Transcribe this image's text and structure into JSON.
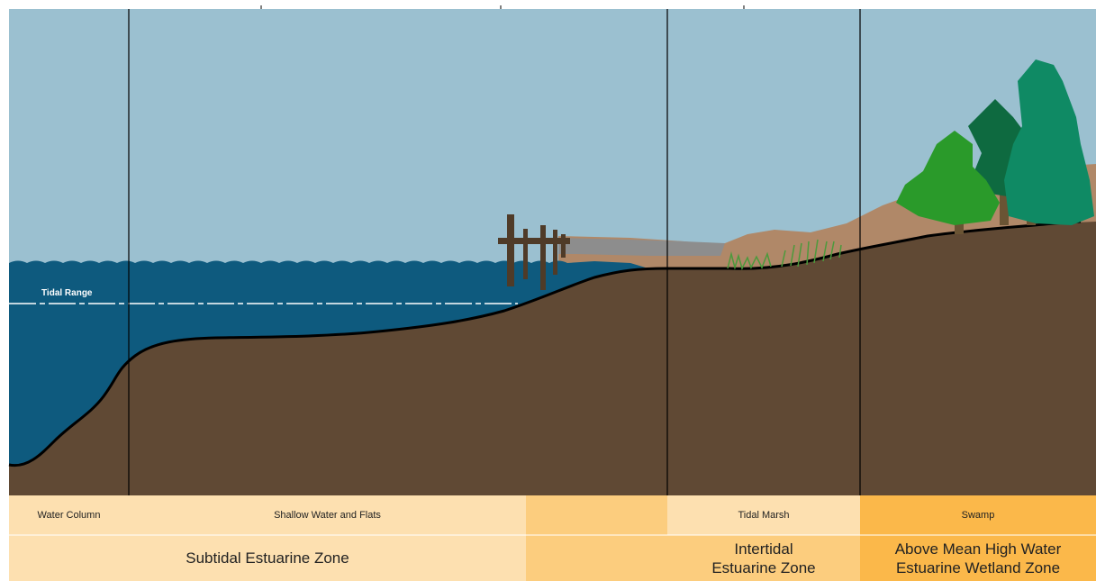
{
  "tidal_range_label": "Tidal Range",
  "habitats": [
    {
      "label": "Water Column"
    },
    {
      "label": "Shallow Water and Flats"
    },
    {
      "label": "Tidal Marsh"
    },
    {
      "label": "Swamp"
    }
  ],
  "zones": [
    {
      "label": "Subtidal Estuarine Zone"
    },
    {
      "label": "Intertidal\nEstuarine Zone"
    },
    {
      "label": "Above Mean High Water\nEstuarine Wetland Zone"
    }
  ],
  "colors": {
    "sky": "#9bc0d0",
    "water": "#0e5a7e",
    "earth": "#604934",
    "sand": "#b08868",
    "mudflat_gray": "#8d8d8d",
    "pier": "#4f3b28",
    "marsh_grass": "#4c9a3c",
    "tree_light": "#2a9a2a",
    "tree_dark": "#0e6a40",
    "tree_teal": "#0f8a64",
    "trunk": "#6a5434",
    "band_light": "#fde0b0",
    "band_mid": "#fccd7e",
    "band_dark": "#fbb84a"
  }
}
